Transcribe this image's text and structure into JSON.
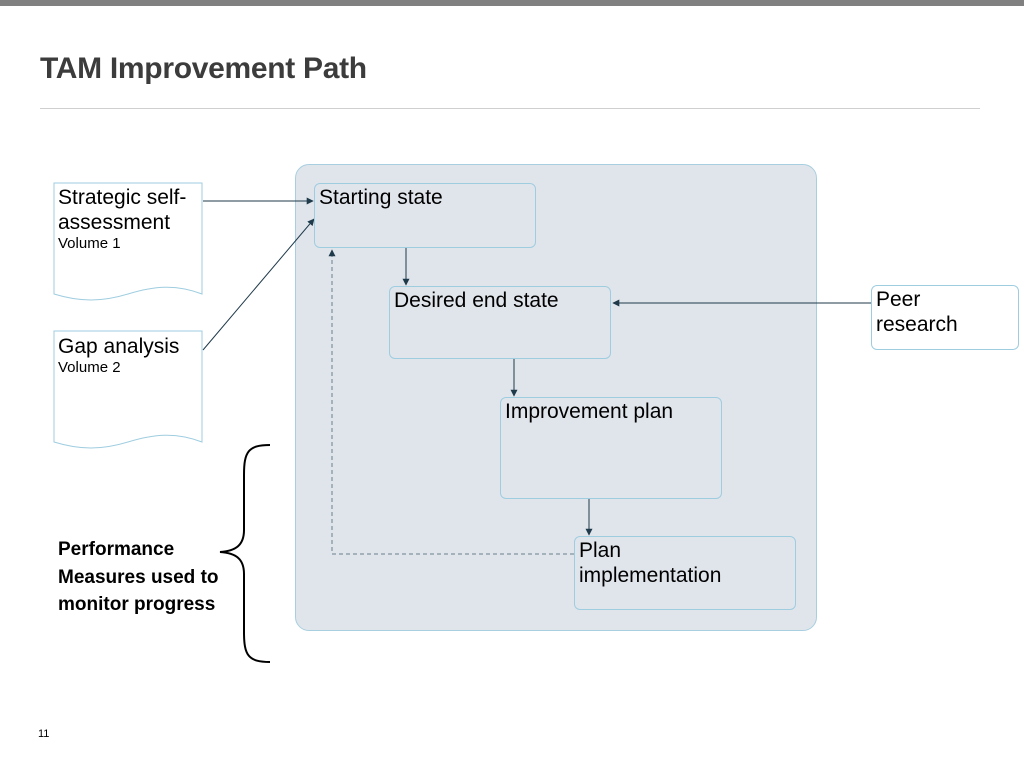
{
  "slide": {
    "title": "TAM Improvement Path",
    "page_number": "11"
  },
  "documents": {
    "strategic": {
      "label": "Strategic self-assessment",
      "volume": "Volume 1"
    },
    "gap": {
      "label": "Gap analysis",
      "volume": "Volume 2"
    }
  },
  "steps": {
    "starting": "Starting state",
    "desired": "Desired end state",
    "improvement": "Improvement plan",
    "implementation": "Plan implementation"
  },
  "inputs": {
    "peer": "Peer research"
  },
  "measures": {
    "label": "Performance Measures used to monitor progress"
  },
  "colors": {
    "panel_fill": "#e0e5ec",
    "box_border": "#9fcde0",
    "arrow": "#1f3a4a",
    "title": "#3c3c3c"
  }
}
